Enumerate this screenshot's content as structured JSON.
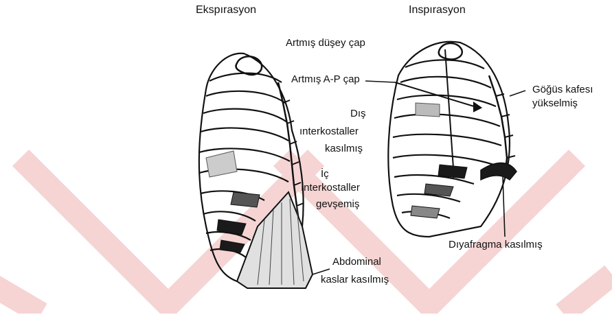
{
  "colors": {
    "watermark": "#f6d4d4",
    "ink": "#111111",
    "shade": "#555555",
    "dark_fill": "#1a1a1a"
  },
  "titles": {
    "expiration": "Ekspırasyon",
    "inspiration": "Inspırasyon"
  },
  "labels": {
    "artmis_dusey_cap": "Artmış düşey çap",
    "artmis_ap_cap": "Artmış A-P çap",
    "gogus_kafesi_1": "Göğüs kafesı",
    "gogus_kafesi_2": "yükselmiş",
    "dis_1": "Dış",
    "dis_2": "ınterkostaller",
    "dis_3": "kasılmış",
    "ic_1": "İç",
    "ic_2": "ınterkostaller",
    "ic_3": "gevşemiş",
    "diyafragma": "Dıyafragma kasılmış",
    "abdominal_1": "Abdominal",
    "abdominal_2": "kaslar kasılmış"
  },
  "icons": [
    "expiration-ribcage-drawing",
    "inspiration-ribcage-drawing",
    "watermark-chevrons"
  ]
}
